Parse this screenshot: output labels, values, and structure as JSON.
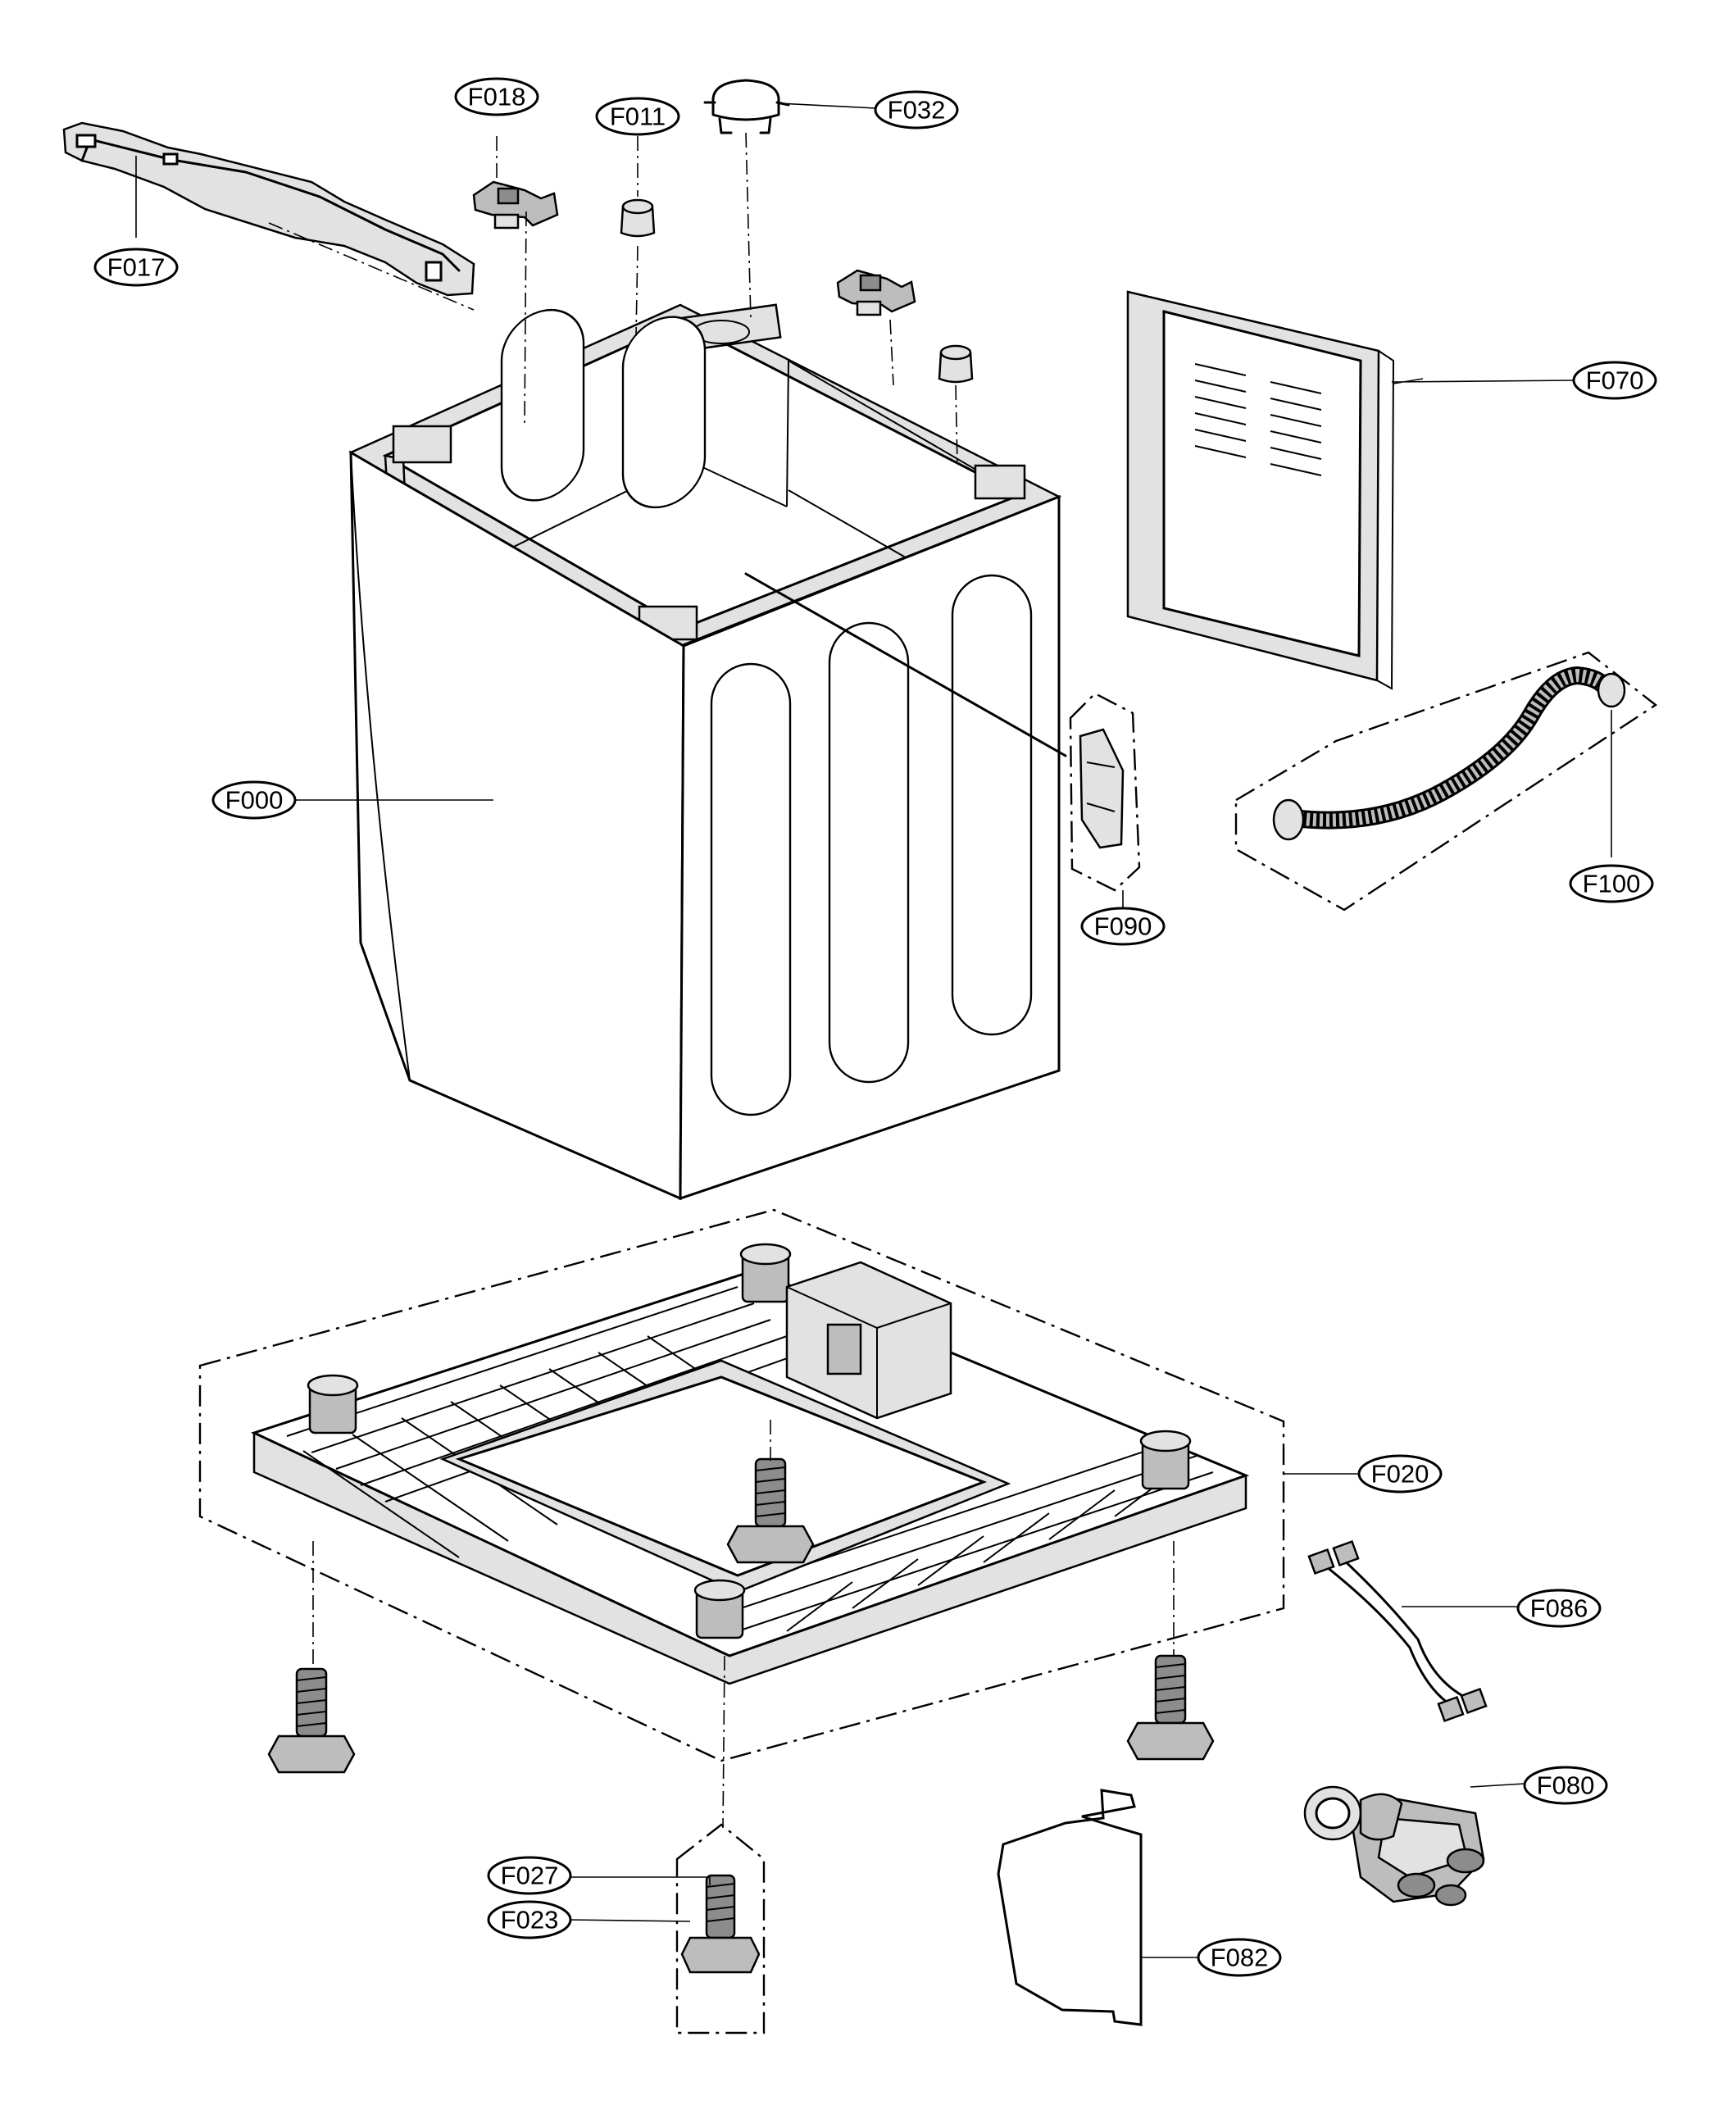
{
  "diagram": {
    "callouts": [
      {
        "id": "F017",
        "text": "F017"
      },
      {
        "id": "F018",
        "text": "F018"
      },
      {
        "id": "F011",
        "text": "F011"
      },
      {
        "id": "F032",
        "text": "F032"
      },
      {
        "id": "F070",
        "text": "F070"
      },
      {
        "id": "F000",
        "text": "F000"
      },
      {
        "id": "F090",
        "text": "F090"
      },
      {
        "id": "F100",
        "text": "F100"
      },
      {
        "id": "F020",
        "text": "F020"
      },
      {
        "id": "F086",
        "text": "F086"
      },
      {
        "id": "F080",
        "text": "F080"
      },
      {
        "id": "F027",
        "text": "F027"
      },
      {
        "id": "F023",
        "text": "F023"
      },
      {
        "id": "F082",
        "text": "F082"
      }
    ]
  }
}
